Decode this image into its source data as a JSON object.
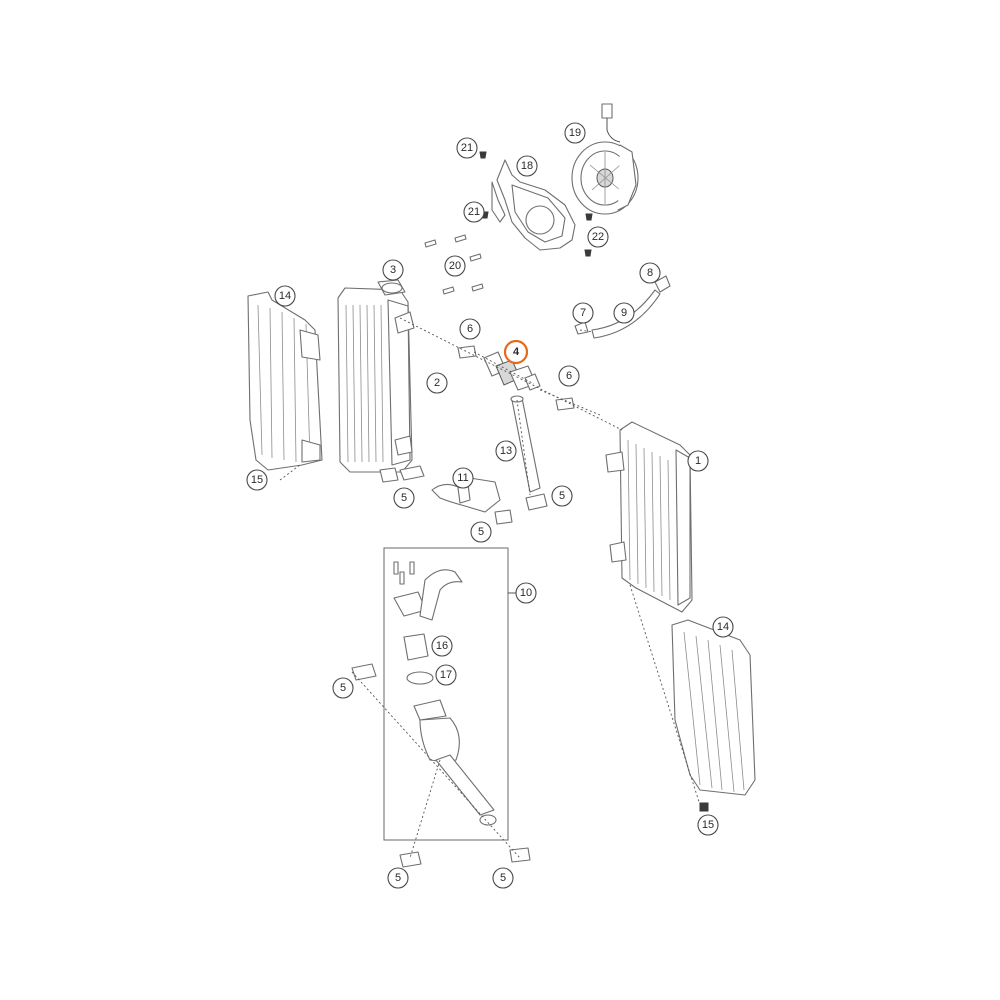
{
  "highlight_color": "#e46a1a",
  "highlighted_part": "4",
  "callouts": {
    "c1": "1",
    "c2": "2",
    "c3": "3",
    "c4": "4",
    "c5a": "5",
    "c5b": "5",
    "c5c": "5",
    "c5d": "5",
    "c5e": "5",
    "c5f": "5",
    "c6a": "6",
    "c6b": "6",
    "c7": "7",
    "c8": "8",
    "c9": "9",
    "c10": "10",
    "c11": "11",
    "c13": "13",
    "c14a": "14",
    "c14b": "14",
    "c15a": "15",
    "c15b": "15",
    "c16": "16",
    "c17": "17",
    "c18": "18",
    "c19": "19",
    "c20": "20",
    "c21a": "21",
    "c21b": "21",
    "c22": "22"
  }
}
